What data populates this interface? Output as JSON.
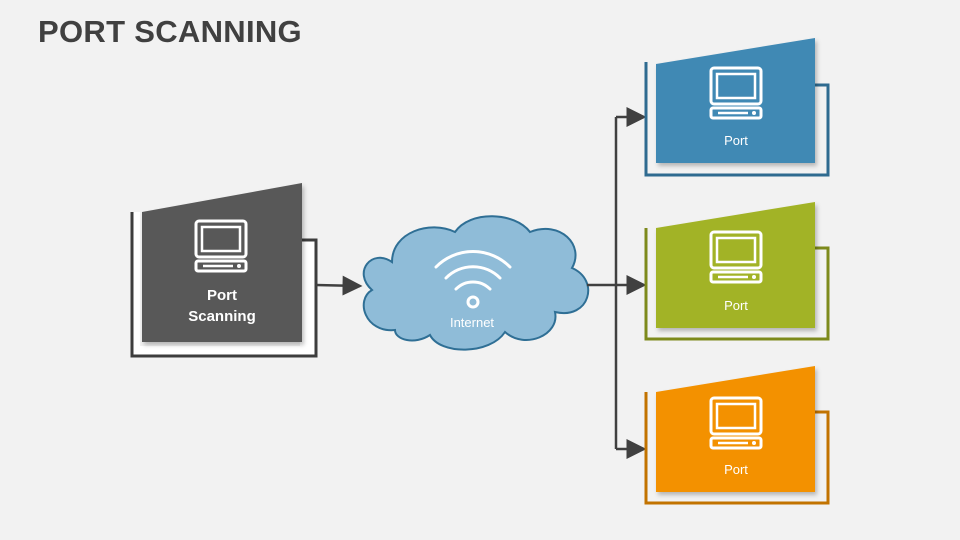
{
  "title": "PORT SCANNING",
  "source": {
    "label_line1": "Port",
    "label_line2": "Scanning",
    "color": "#595959",
    "icon": "monitor-icon"
  },
  "cloud": {
    "label": "Internet",
    "color": "#8fbcd8",
    "icon": "wifi-icon"
  },
  "ports": [
    {
      "label": "Port",
      "color": "#4189b4",
      "icon": "monitor-icon"
    },
    {
      "label": "Port",
      "color": "#a2b326",
      "icon": "monitor-icon"
    },
    {
      "label": "Port",
      "color": "#f39100",
      "icon": "monitor-icon"
    }
  ],
  "colors": {
    "arrow": "#404040",
    "background": "#f2f2f2"
  }
}
